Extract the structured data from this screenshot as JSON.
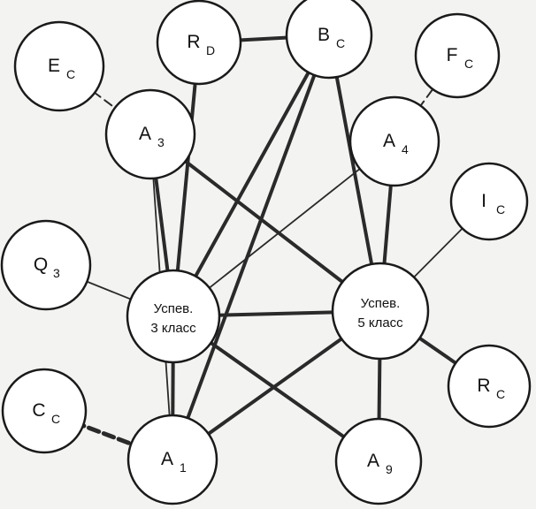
{
  "nodes": [
    {
      "id": "Ec",
      "main": "E",
      "sub": "C"
    },
    {
      "id": "Rd",
      "main": "R",
      "sub": "D"
    },
    {
      "id": "Bc",
      "main": "B",
      "sub": "C"
    },
    {
      "id": "Fc",
      "main": "F",
      "sub": "C"
    },
    {
      "id": "A3",
      "main": "A",
      "sub": "3"
    },
    {
      "id": "A4",
      "main": "A",
      "sub": "4"
    },
    {
      "id": "Ic",
      "main": "I",
      "sub": "C"
    },
    {
      "id": "Q3",
      "main": "Q",
      "sub": "3"
    },
    {
      "id": "U3",
      "line1": "Успев.",
      "line2": "3 класс"
    },
    {
      "id": "U5",
      "line1": "Успев.",
      "line2": "5 класс"
    },
    {
      "id": "Cc",
      "main": "C",
      "sub": "C"
    },
    {
      "id": "A1",
      "main": "A",
      "sub": "1"
    },
    {
      "id": "A9",
      "main": "A",
      "sub": "9"
    },
    {
      "id": "Rc",
      "main": "R",
      "sub": "C"
    }
  ],
  "edges": [
    {
      "from": "Rd",
      "to": "Bc",
      "style": "solid-thick"
    },
    {
      "from": "Ec",
      "to": "A3",
      "style": "dashed-thin"
    },
    {
      "from": "A3",
      "to": "U3",
      "style": "solid-thick"
    },
    {
      "from": "A3",
      "to": "U5",
      "style": "solid-thick"
    },
    {
      "from": "A3",
      "to": "A1",
      "style": "solid-thin"
    },
    {
      "from": "Rd",
      "to": "U3",
      "style": "solid-thick"
    },
    {
      "from": "Bc",
      "to": "U3",
      "style": "solid-thick"
    },
    {
      "from": "Bc",
      "to": "U5",
      "style": "solid-thick"
    },
    {
      "from": "Bc",
      "to": "A1",
      "style": "solid-thick"
    },
    {
      "from": "Fc",
      "to": "A4",
      "style": "dashed-thin"
    },
    {
      "from": "A4",
      "to": "U5",
      "style": "solid-thick"
    },
    {
      "from": "A4",
      "to": "U3",
      "style": "solid-thin"
    },
    {
      "from": "Ic",
      "to": "U5",
      "style": "solid-thin"
    },
    {
      "from": "Q3",
      "to": "U3",
      "style": "solid-thin"
    },
    {
      "from": "U3",
      "to": "U5",
      "style": "solid-thick"
    },
    {
      "from": "U3",
      "to": "A1",
      "style": "solid-thick"
    },
    {
      "from": "U3",
      "to": "A9",
      "style": "solid-thick"
    },
    {
      "from": "U5",
      "to": "A1",
      "style": "solid-thick"
    },
    {
      "from": "U5",
      "to": "A9",
      "style": "solid-thick"
    },
    {
      "from": "U5",
      "to": "Rc",
      "style": "solid-thick"
    },
    {
      "from": "Cc",
      "to": "A1",
      "style": "dashed-thick"
    }
  ]
}
